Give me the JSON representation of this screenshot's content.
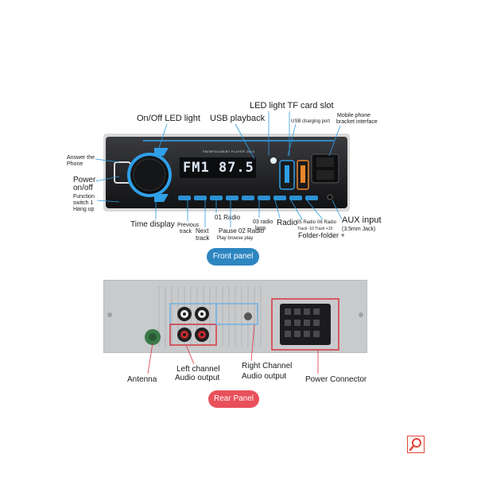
{
  "front": {
    "display_text": "FM1 87.5",
    "brand_text": "FM/MP3/USB/BT PLAYER 3W/4",
    "panel_label": "Front panel",
    "labels": {
      "on_off_led": "On/Off LED light",
      "usb_playback": "USB playback",
      "led_tf_slot": "LED light TF card slot",
      "usb_charging": "USB charging port",
      "mobile_bracket_1": "Mobile phone",
      "mobile_bracket_2": "bracket interface",
      "answer_phone_1": "Answer the",
      "answer_phone_2": "Phone",
      "power_1": "Power",
      "power_2": "on/off",
      "function_1": "Function",
      "function_2": "switch 1",
      "function_3": "Hang up",
      "time_display": "Time display",
      "prev_track_1": "Previous",
      "prev_track_2": "track",
      "next_track_1": "Next",
      "next_track_2": "track",
      "radio_01": "01 Radio",
      "pause_02": "Pause 02 Radio",
      "play_browse": "Play browse play",
      "radio_03_1": "03 radio",
      "radio_03_2": "loop",
      "radio": "Radio",
      "radio_05": "05 Radio",
      "radio_06": "06 Radio",
      "track_10": "Track -10 Track +10",
      "folder": "Folder-folder +",
      "aux_input": "AUX input",
      "aux_jack": "(3.5mm Jack)"
    }
  },
  "rear": {
    "panel_label": "Rear Panel",
    "labels": {
      "antenna": "Antenna",
      "left_channel_1": "Left channel",
      "left_channel_2": "Audio output",
      "right_channel_1": "Right Channel",
      "right_channel_2": "Audio output",
      "power_connector": "Power Connector"
    }
  },
  "colors": {
    "front_pill": "#2e86c1",
    "rear_pill": "#e8505b",
    "unit_body": "#1e1f22",
    "led_blue": "#2f9fe8",
    "usb_orange": "#e8862b",
    "rear_box_blue": "#6fb1e0",
    "rear_box_red": "#d9363e"
  },
  "icons": {
    "zoom": "magnifier-icon"
  }
}
